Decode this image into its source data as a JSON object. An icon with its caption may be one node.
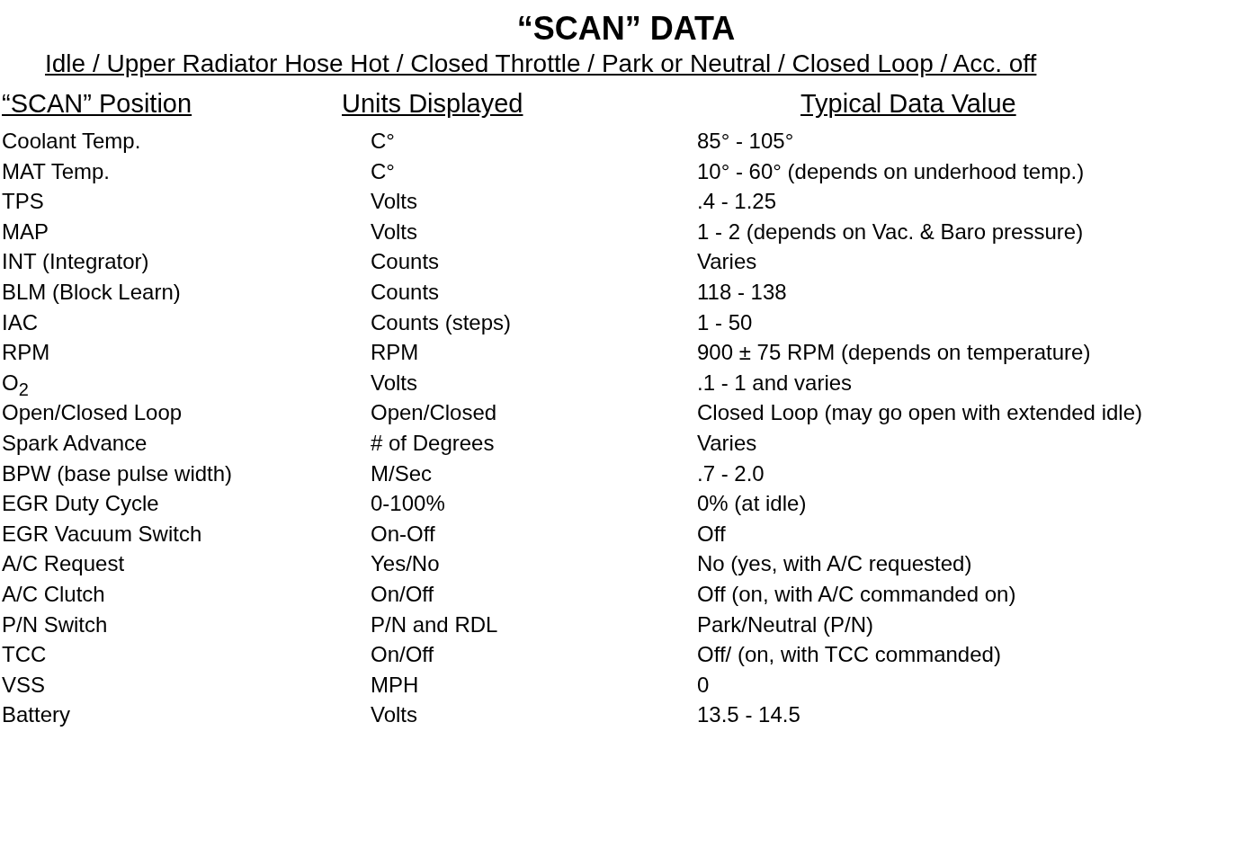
{
  "diagram": {
    "title": "“SCAN” DATA",
    "labels": [
      "Idle / Upper Radiator Hose Hot / Closed Throttle / Park or Neutral / Closed Loop / Acc. off",
      "“SCAN” Position",
      "Units Displayed",
      "Typical Data Value",
      "Coolant Temp.",
      "C°",
      "85° - 105°",
      "MAT Temp.",
      "C°",
      "10° - 60° (depends on underhood temp.)",
      "TPS",
      "Volts",
      ".4 - 1.25",
      "MAP",
      "Volts",
      "1 - 2 (depends on Vac. & Baro pressure)",
      "INT (Integrator)",
      "Counts",
      "Varies",
      "BLM  (Block Learn)",
      "Counts",
      "118 - 138",
      "IAC",
      "Counts (steps)",
      "1 - 50",
      "RPM",
      "RPM",
      "900 ±  75 RPM  (depends on temperature)",
      "O$_{2}$",
      "Volts",
      ".1 - 1 and varies",
      "Open/Closed Loop",
      "Open/Closed",
      "Closed Loop (may go open with extended idle)",
      "Spark Advance",
      "# of Degrees",
      "Varies",
      "BPW (base pulse width)",
      "M/Sec",
      ".7 - 2.0",
      "EGR Duty Cycle",
      "0-100%",
      "0% (at idle)",
      "EGR Vacuum Switch",
      "On-Off",
      "Off",
      "A/C Request",
      "Yes/No",
      "No (yes, with A/C requested)",
      "A/C Clutch",
      "On/Off",
      "Off (on, with A/C commanded on)",
      "P/N Switch",
      "P/N and RDL",
      "Park/Neutral (P/N)",
      "TCC",
      "On/Off",
      "Off/ (on, with TCC commanded)",
      "VSS",
      "MPH",
      "0",
      "Battery",
      "Volts",
      "13.5 - 14.5"
    ]
  }
}
